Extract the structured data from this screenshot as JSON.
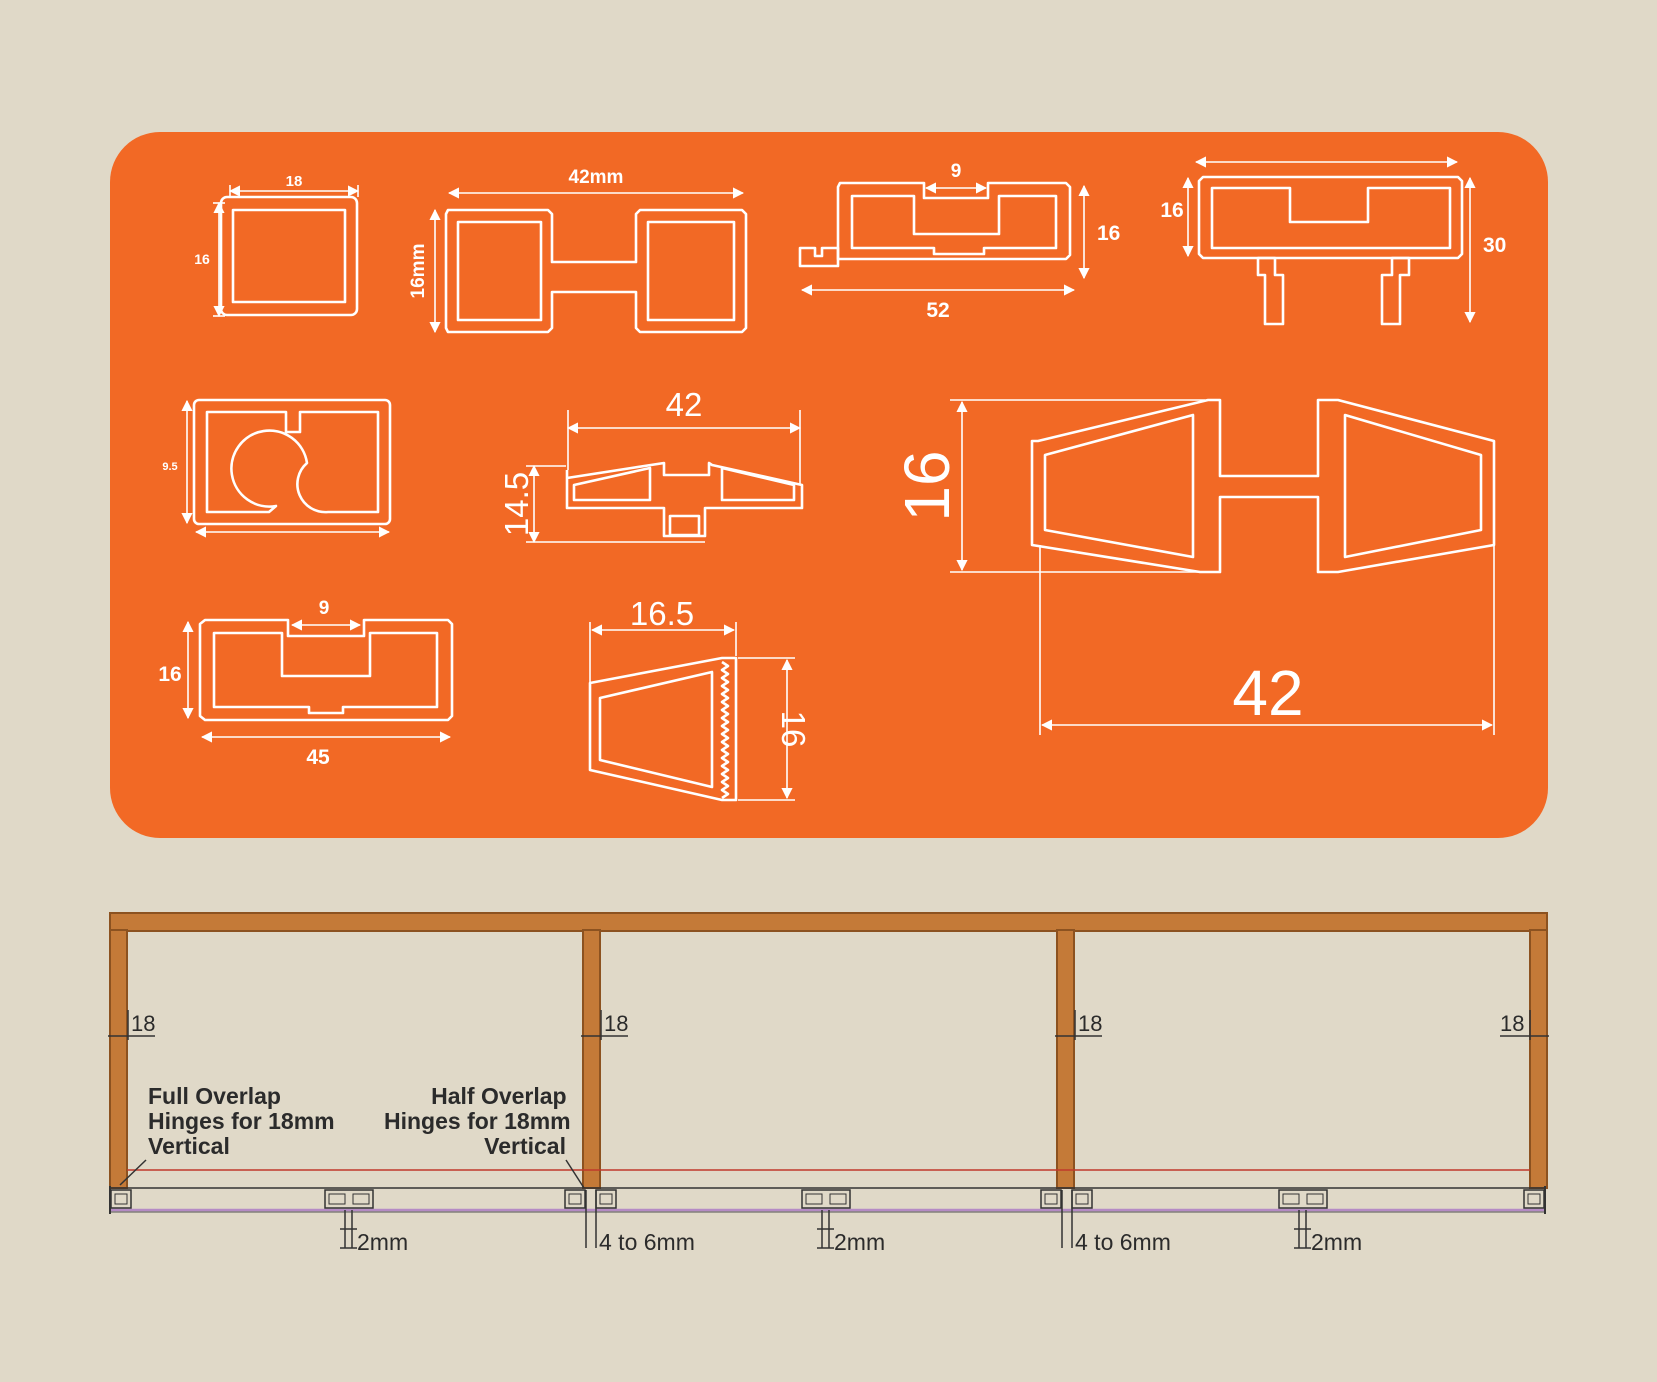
{
  "colors": {
    "background": "#e0d9c8",
    "panel": "#f26925",
    "line": "#ffffff",
    "wood": "#c47a38",
    "wood_edge": "#8c5220",
    "guide": "#c0392b",
    "glass": "#b58bc5"
  },
  "profiles": {
    "p1": {
      "width": "18",
      "height": "16"
    },
    "p2": {
      "width": "42mm",
      "height": "16mm"
    },
    "p3": {
      "slot": "9",
      "height": "16",
      "width": "52"
    },
    "p4": {
      "height_a": "16",
      "height_b": "30"
    },
    "p5": {
      "height": "9.5"
    },
    "p6": {
      "width": "42",
      "height": "14.5"
    },
    "p7": {
      "width": "42",
      "height": "16"
    },
    "p8": {
      "slot": "9",
      "height": "16",
      "width": "45"
    },
    "p9": {
      "width": "16.5",
      "height": "16"
    }
  },
  "elevation": {
    "thickness_labels": [
      "18",
      "18",
      "18",
      "18"
    ],
    "left_callout": [
      "Full Overlap",
      "Hinges for 18mm",
      "Vertical"
    ],
    "middle_callout": [
      "Half Overlap",
      "Hinges for 18mm",
      "Vertical"
    ],
    "gap_labels": [
      "2mm",
      "4 to 6mm",
      "2mm",
      "4 to 6mm",
      "2mm"
    ]
  }
}
